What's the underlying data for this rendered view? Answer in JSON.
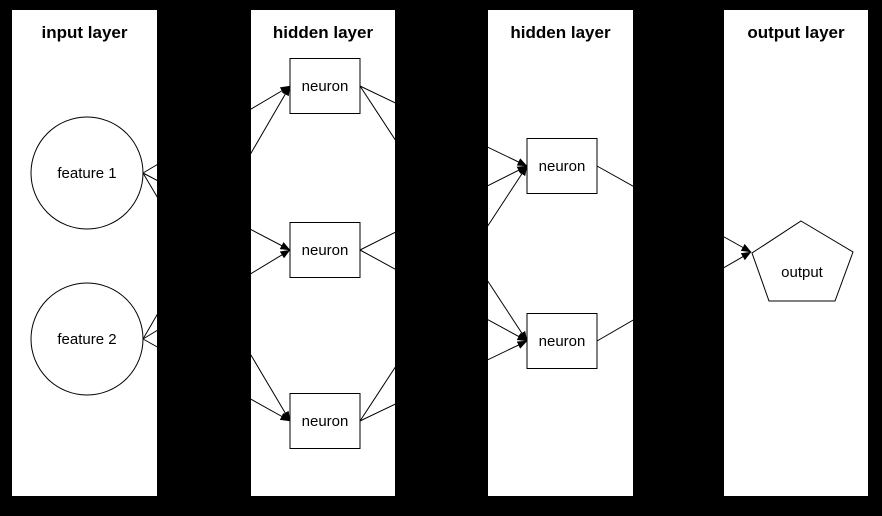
{
  "diagram": {
    "type": "neural-network",
    "colors": {
      "background": "#000000",
      "panel": "#ffffff",
      "stroke": "#000000",
      "text": "#000000"
    },
    "layers": [
      {
        "id": "input",
        "title": "input layer",
        "nodes": [
          {
            "id": "input-1",
            "label": "feature 1",
            "shape": "circle"
          },
          {
            "id": "input-2",
            "label": "feature 2",
            "shape": "circle"
          }
        ]
      },
      {
        "id": "hidden-1",
        "title": "hidden layer",
        "nodes": [
          {
            "id": "h1-1",
            "label": "neuron",
            "shape": "rect"
          },
          {
            "id": "h1-2",
            "label": "neuron",
            "shape": "rect"
          },
          {
            "id": "h1-3",
            "label": "neuron",
            "shape": "rect"
          }
        ]
      },
      {
        "id": "hidden-2",
        "title": "hidden layer",
        "nodes": [
          {
            "id": "h2-1",
            "label": "neuron",
            "shape": "rect"
          },
          {
            "id": "h2-2",
            "label": "neuron",
            "shape": "rect"
          }
        ]
      },
      {
        "id": "output",
        "title": "output layer",
        "nodes": [
          {
            "id": "out-1",
            "label": "output",
            "shape": "pentagon"
          }
        ]
      }
    ],
    "edges": [
      {
        "from": "input-1",
        "to": "h1-1"
      },
      {
        "from": "input-1",
        "to": "h1-2"
      },
      {
        "from": "input-1",
        "to": "h1-3"
      },
      {
        "from": "input-2",
        "to": "h1-1"
      },
      {
        "from": "input-2",
        "to": "h1-2"
      },
      {
        "from": "input-2",
        "to": "h1-3"
      },
      {
        "from": "h1-1",
        "to": "h2-1"
      },
      {
        "from": "h1-1",
        "to": "h2-2"
      },
      {
        "from": "h1-2",
        "to": "h2-1"
      },
      {
        "from": "h1-2",
        "to": "h2-2"
      },
      {
        "from": "h1-3",
        "to": "h2-1"
      },
      {
        "from": "h1-3",
        "to": "h2-2"
      },
      {
        "from": "h2-1",
        "to": "out-1"
      },
      {
        "from": "h2-2",
        "to": "out-1"
      }
    ]
  }
}
